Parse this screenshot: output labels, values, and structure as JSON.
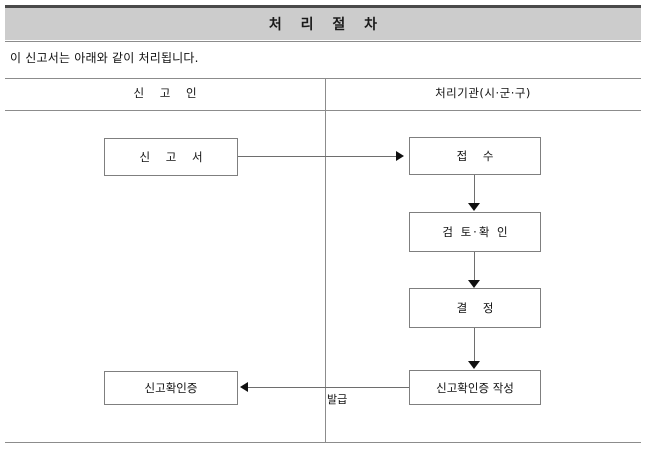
{
  "document": {
    "section_title": "처 리 절 차",
    "intro_text": "이 신고서는 아래와 같이 처리됩니다."
  },
  "columns": [
    {
      "id": "declarant",
      "label": "신 고 인"
    },
    {
      "id": "agency",
      "label": "처리기관(시·군·구)"
    }
  ],
  "flowchart": {
    "type": "flowchart",
    "nodes": [
      {
        "id": "report-form",
        "label": "신 고 서",
        "column": "declarant"
      },
      {
        "id": "receipt",
        "label": "접 수",
        "column": "agency"
      },
      {
        "id": "review-confirm",
        "label": "검 토·확 인",
        "column": "agency"
      },
      {
        "id": "decision",
        "label": "결 정",
        "column": "agency"
      },
      {
        "id": "prepare-certificate",
        "label": "신고확인증 작성",
        "column": "agency"
      },
      {
        "id": "certificate",
        "label": "신고확인증",
        "column": "declarant"
      }
    ],
    "edges": [
      {
        "from": "report-form",
        "to": "receipt",
        "direction": "right",
        "label": ""
      },
      {
        "from": "receipt",
        "to": "review-confirm",
        "direction": "down",
        "label": ""
      },
      {
        "from": "review-confirm",
        "to": "decision",
        "direction": "down",
        "label": ""
      },
      {
        "from": "decision",
        "to": "prepare-certificate",
        "direction": "down",
        "label": ""
      },
      {
        "from": "prepare-certificate",
        "to": "certificate",
        "direction": "left",
        "label": "발급"
      }
    ]
  },
  "colors": {
    "title_band": "#cccccc",
    "rule": "#8c8c8c",
    "box_border": "#7f7f7f",
    "text": "#111111"
  }
}
